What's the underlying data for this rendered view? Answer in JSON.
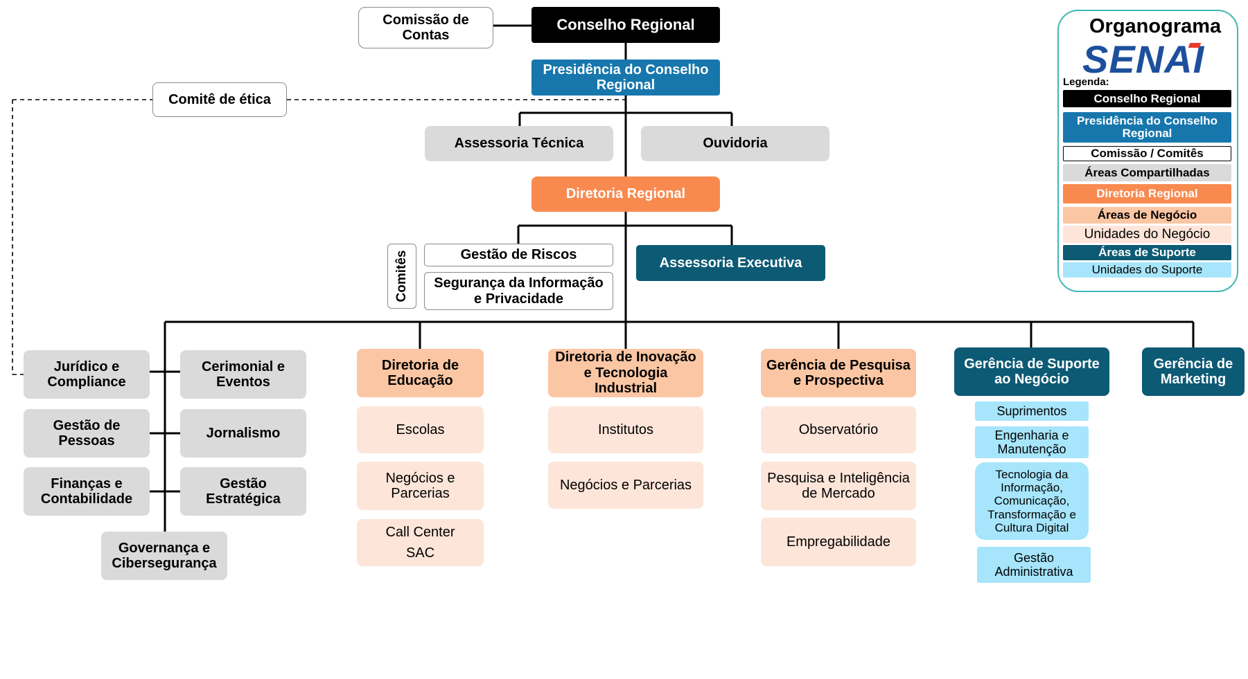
{
  "nodes": {
    "conselho": "Conselho Regional",
    "comissao": "Comissão de Contas",
    "presidencia": "Presidência do Conselho Regional",
    "comite_etica": "Comitê de ética",
    "assessoria_tecnica": "Assessoria Técnica",
    "ouvidoria": "Ouvidoria",
    "diretoria_regional": "Diretoria Regional",
    "comites_label": "Comitês",
    "gestao_riscos": "Gestão de Riscos",
    "seguranca": "Segurança da Informação e Privacidade",
    "assessoria_executiva": "Assessoria Executiva",
    "juridico": "Jurídico e Compliance",
    "cerimonial": "Cerimonial e Eventos",
    "gestao_pessoas": "Gestão de Pessoas",
    "jornalismo": "Jornalismo",
    "financas": "Finanças e Contabilidade",
    "gestao_estrategica": "Gestão Estratégica",
    "governanca": "Governança e Cibersegurança",
    "dir_educacao": "Diretoria de Educação",
    "escolas": "Escolas",
    "negocios_parcerias_edu": "Negócios e Parcerias",
    "call_center": "Call Center",
    "sac": "SAC",
    "dir_inovacao": "Diretoria de Inovação e Tecnologia Industrial",
    "institutos": "Institutos",
    "negocios_parcerias_ino": "Negócios e Parcerias",
    "ger_pesquisa": "Gerência de Pesquisa e Prospectiva",
    "observatorio": "Observatório",
    "pesquisa_inteligencia": "Pesquisa e Inteligência de Mercado",
    "empregabilidade": "Empregabilidade",
    "ger_suporte": "Gerência de Suporte ao Negócio",
    "suprimentos": "Suprimentos",
    "engenharia": "Engenharia e Manutenção",
    "tecnologia": "Tecnologia da Informação, Comunicação, Transformação e Cultura Digital",
    "gestao_admin": "Gestão Administrativa",
    "ger_marketing": "Gerência de Marketing"
  },
  "legend": {
    "title": "Organograma",
    "logo": "SENAI",
    "subtitle": "Legenda:",
    "items": [
      "Conselho Regional",
      "Presidência do Conselho Regional",
      "Comissão / Comitês",
      "Áreas Compartilhadas",
      "Diretoria Regional",
      "Áreas de Negócio",
      "Unidades do Negócio",
      "Áreas de Suporte",
      "Unidades do Suporte"
    ]
  },
  "colors": {
    "conselho": "#000000",
    "presidencia": "#1777ad",
    "compartilhadas": "#dadada",
    "diretoria": "#f98a4f",
    "negocio": "#fbc6a3",
    "unidades_negocio": "#fde5d9",
    "suporte": "#0d5a74",
    "unidades_suporte": "#a6e5fb",
    "legend_border": "#3fb7b4"
  }
}
